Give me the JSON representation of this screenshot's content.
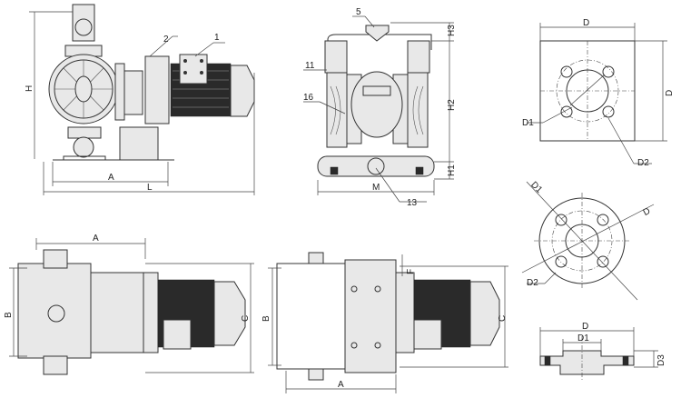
{
  "front_view": {
    "callout_1": "1",
    "callout_2": "2",
    "dim_h": "H",
    "dim_a": "A",
    "dim_l": "L"
  },
  "side_view": {
    "callout_5": "5",
    "callout_11": "11",
    "callout_16": "16",
    "callout_13": "13",
    "dim_h3": "H3",
    "dim_h2": "H2",
    "dim_h1": "H1",
    "dim_m": "M"
  },
  "square_flange": {
    "dim_d_top": "D",
    "dim_d_side": "D",
    "dim_d1": "D1",
    "dim_d2": "D2"
  },
  "round_flange": {
    "dim_d1": "D1",
    "dim_d": "D",
    "dim_d2": "D2"
  },
  "top_view_left": {
    "dim_a": "A",
    "dim_b": "B",
    "dim_c": "C"
  },
  "top_view_right": {
    "dim_b": "B",
    "dim_c": "C",
    "dim_a": "A",
    "dim_f": "F"
  },
  "flange_section": {
    "dim_d": "D",
    "dim_d1": "D1",
    "dim_d3": "D3"
  }
}
